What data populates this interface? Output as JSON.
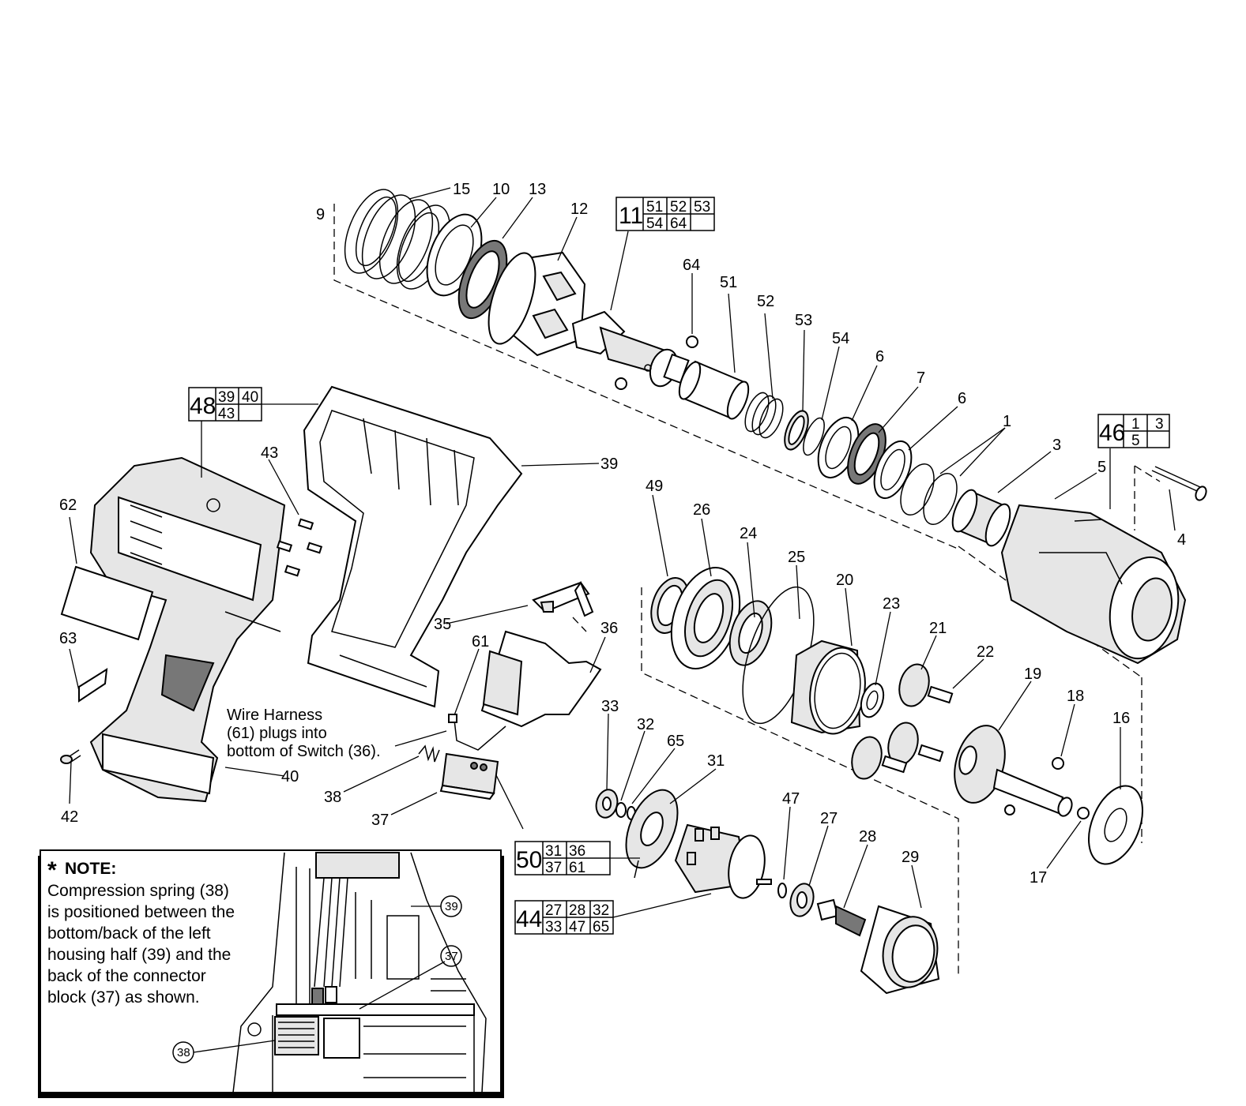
{
  "callouts": [
    {
      "id": "c1",
      "text": "1"
    },
    {
      "id": "c3",
      "text": "3"
    },
    {
      "id": "c4",
      "text": "4"
    },
    {
      "id": "c5",
      "text": "5"
    },
    {
      "id": "c6a",
      "text": "6"
    },
    {
      "id": "c6b",
      "text": "6"
    },
    {
      "id": "c7",
      "text": "7"
    },
    {
      "id": "c10",
      "text": "10"
    },
    {
      "id": "c12",
      "text": "12"
    },
    {
      "id": "c13",
      "text": "13"
    },
    {
      "id": "c15",
      "text": "15"
    },
    {
      "id": "c16",
      "text": "16"
    },
    {
      "id": "c17",
      "text": "17"
    },
    {
      "id": "c18",
      "text": "18"
    },
    {
      "id": "c19",
      "text": "19"
    },
    {
      "id": "c20",
      "text": "20"
    },
    {
      "id": "c21",
      "text": "21"
    },
    {
      "id": "c22",
      "text": "22"
    },
    {
      "id": "c23",
      "text": "23"
    },
    {
      "id": "c24",
      "text": "24"
    },
    {
      "id": "c25",
      "text": "25"
    },
    {
      "id": "c26",
      "text": "26"
    },
    {
      "id": "c27",
      "text": "27"
    },
    {
      "id": "c28",
      "text": "28"
    },
    {
      "id": "c29",
      "text": "29"
    },
    {
      "id": "c31",
      "text": "31"
    },
    {
      "id": "c32",
      "text": "32"
    },
    {
      "id": "c33",
      "text": "33"
    },
    {
      "id": "c35",
      "text": "35"
    },
    {
      "id": "c36",
      "text": "36"
    },
    {
      "id": "c37",
      "text": "37"
    },
    {
      "id": "c38",
      "text": "38"
    },
    {
      "id": "c39",
      "text": "39"
    },
    {
      "id": "c40",
      "text": "40"
    },
    {
      "id": "c42",
      "text": "42"
    },
    {
      "id": "c43",
      "text": "43"
    },
    {
      "id": "c47",
      "text": "47"
    },
    {
      "id": "c49",
      "text": "49"
    },
    {
      "id": "c51",
      "text": "51"
    },
    {
      "id": "c52",
      "text": "52"
    },
    {
      "id": "c53",
      "text": "53"
    },
    {
      "id": "c54",
      "text": "54"
    },
    {
      "id": "c61",
      "text": "61"
    },
    {
      "id": "c62",
      "text": "62"
    },
    {
      "id": "c63",
      "text": "63"
    },
    {
      "id": "c64",
      "text": "64"
    },
    {
      "id": "c65",
      "text": "65"
    }
  ],
  "kits": [
    {
      "id": "kit11",
      "main": "11",
      "cells": [
        "51",
        "52",
        "53",
        "54",
        "64",
        ""
      ]
    },
    {
      "id": "kit46",
      "main": "46",
      "cells": [
        "1",
        "3",
        "5",
        ""
      ]
    },
    {
      "id": "kit48",
      "main": "48",
      "cells": [
        "39",
        "40",
        "43",
        ""
      ]
    },
    {
      "id": "kit50",
      "main": "50",
      "cells": [
        "31",
        "36",
        "37",
        "61"
      ]
    },
    {
      "id": "kit44",
      "main": "44",
      "cells": [
        "27",
        "28",
        "32",
        "33",
        "47",
        "65"
      ]
    }
  ],
  "wire_note": [
    "Wire Harness",
    "(61) plugs into",
    "bottom of Switch (36)."
  ],
  "note": {
    "star": "*",
    "heading": "NOTE:",
    "lines": [
      "Compression spring (38)",
      "is positioned between the",
      "bottom/back of the left",
      "housing half (39) and the",
      "back of the connector",
      "block (37) as shown."
    ],
    "inset_callouts": [
      "39",
      "37",
      "38"
    ]
  },
  "stray_mark": "9"
}
